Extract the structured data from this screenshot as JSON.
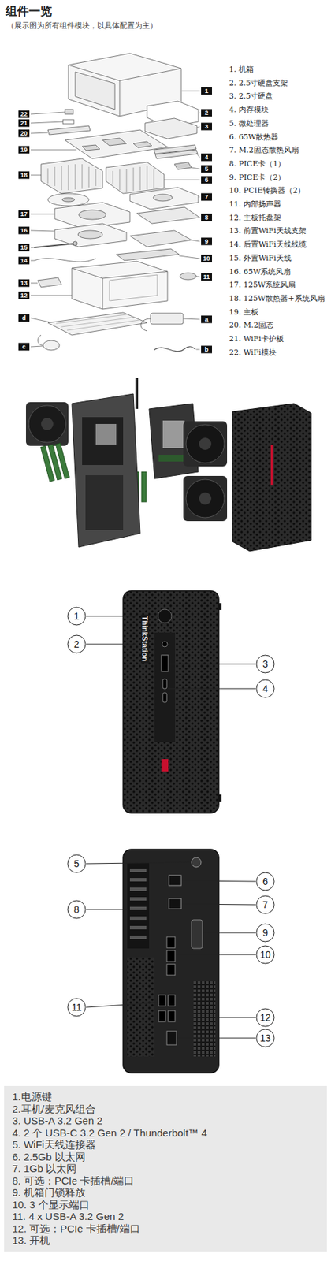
{
  "diagram": {
    "title": "组件一览",
    "nodes": [
      {
        "text": [
          "1.电源键",
          "2.耳机/麦克风组合",
          "3. USB-A 3.2 Gen 2",
          "4. 2 个 USB-C 3.2 Gen 2 / Thunderbolt™ 4",
          "5. WiFi天线连接器",
          "6. 2.5Gb 以太网",
          "7. 1Gb 以太网",
          "8. 可选：PCIe 卡插槽/端口",
          "9. 机箱门锁释放",
          "10. 3 个显示端口",
          "11. 4 x USB-A 3.2 Gen 2",
          "12. 可选：PCIe 卡插槽/端口",
          "13. 开机"
        ]
      }
    ],
    "labels": [
      "（展示图为所有组件模块，以具体配置为主）",
      "1. 机箱",
      "2. 2.5寸硬盘支架",
      "3. 2.5寸硬盘",
      "4. 内存模块",
      "5. 微处理器",
      "6. 65W散热器",
      "7. M.2固态散热风扇",
      "8. PICE卡（1）",
      "9. PICE卡（2）",
      "10. PCIE转换器（2）",
      "11. 内部扬声器",
      "12. 主板托盘架",
      "13. 前置WiFi天线支架",
      "14. 后置WiFi天线线缆",
      "15. 外置WiFi天线",
      "16. 65W系统风扇",
      "17. 125W系统风扇",
      "18. 125W散热器+系统风扇",
      "19. 主板",
      "20. M.2固态",
      "21. WiFi卡护板",
      "22. WiFi模块",
      "1",
      "2",
      "3",
      "22",
      "21",
      "20",
      "19",
      "4",
      "5",
      "18",
      "6",
      "7",
      "17",
      "8",
      "16",
      "9",
      "15",
      "14",
      "10",
      "13",
      "11",
      "12",
      "d",
      "a",
      "c",
      "b",
      "ThinkStation",
      "1",
      "2",
      "3",
      "4",
      "5",
      "6",
      "7",
      "8",
      "9",
      "10",
      "11",
      "12",
      "13"
    ]
  }
}
